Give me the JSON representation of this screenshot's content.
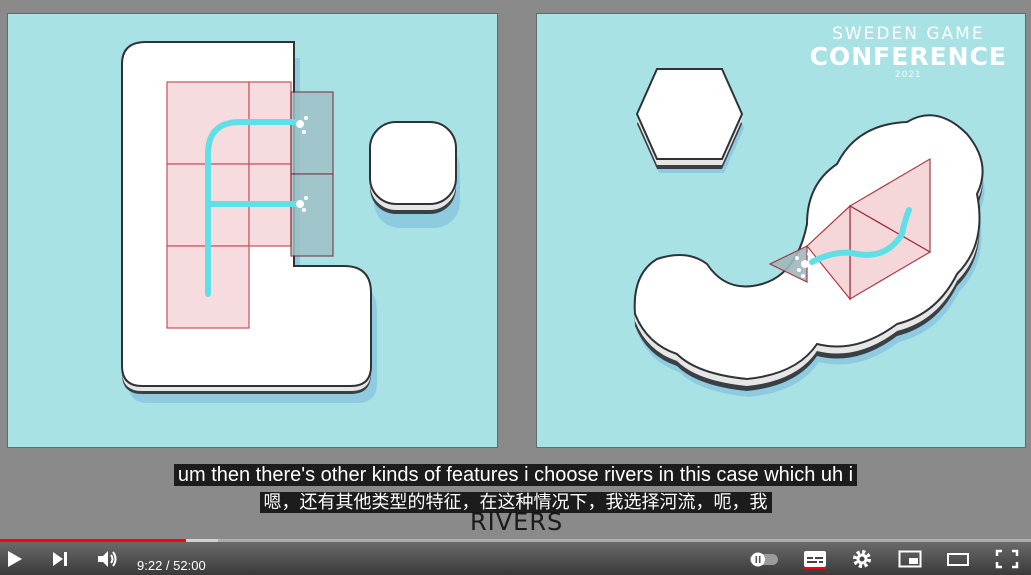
{
  "video": {
    "brand": {
      "line1": "SWEDEN GAME",
      "line2": "CONFERENCE",
      "line3": "2021"
    },
    "slide_word": "RIVERS",
    "captions": {
      "english": "um then there's other kinds of features i choose rivers in this case which uh i",
      "chinese": "嗯，还有其他类型的特征，在这种情况下，我选择河流，呃，我"
    }
  },
  "player": {
    "current_time": "9:22",
    "duration": "52:00",
    "time_display": "9:22 / 52:00",
    "progress_fraction": 0.18,
    "accent_color": "#ff0000",
    "icons": [
      "play-icon",
      "next-icon",
      "volume-icon",
      "autoplay-toggle-icon",
      "subtitles-icon",
      "settings-icon",
      "miniplayer-icon",
      "theater-icon",
      "fullscreen-icon"
    ]
  }
}
